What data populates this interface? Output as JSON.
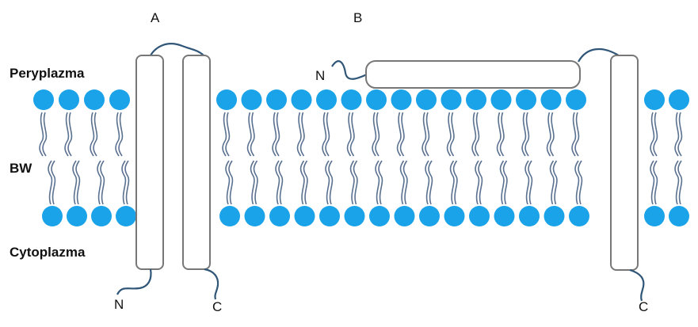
{
  "labels": {
    "periplasm": "Peryplazma",
    "membrane": "BW",
    "cytoplasm": "Cytoplazma",
    "protein_a": "A",
    "protein_b": "B",
    "a_n_terminus": "N",
    "a_c_terminus": "C",
    "b_n_terminus": "N",
    "b_c_terminus": "C"
  },
  "colors": {
    "lipid_head": "#1aa3e8",
    "lipid_tail": "#5a7190",
    "protein_outline": "#777777",
    "loop": "#2f5577"
  }
}
